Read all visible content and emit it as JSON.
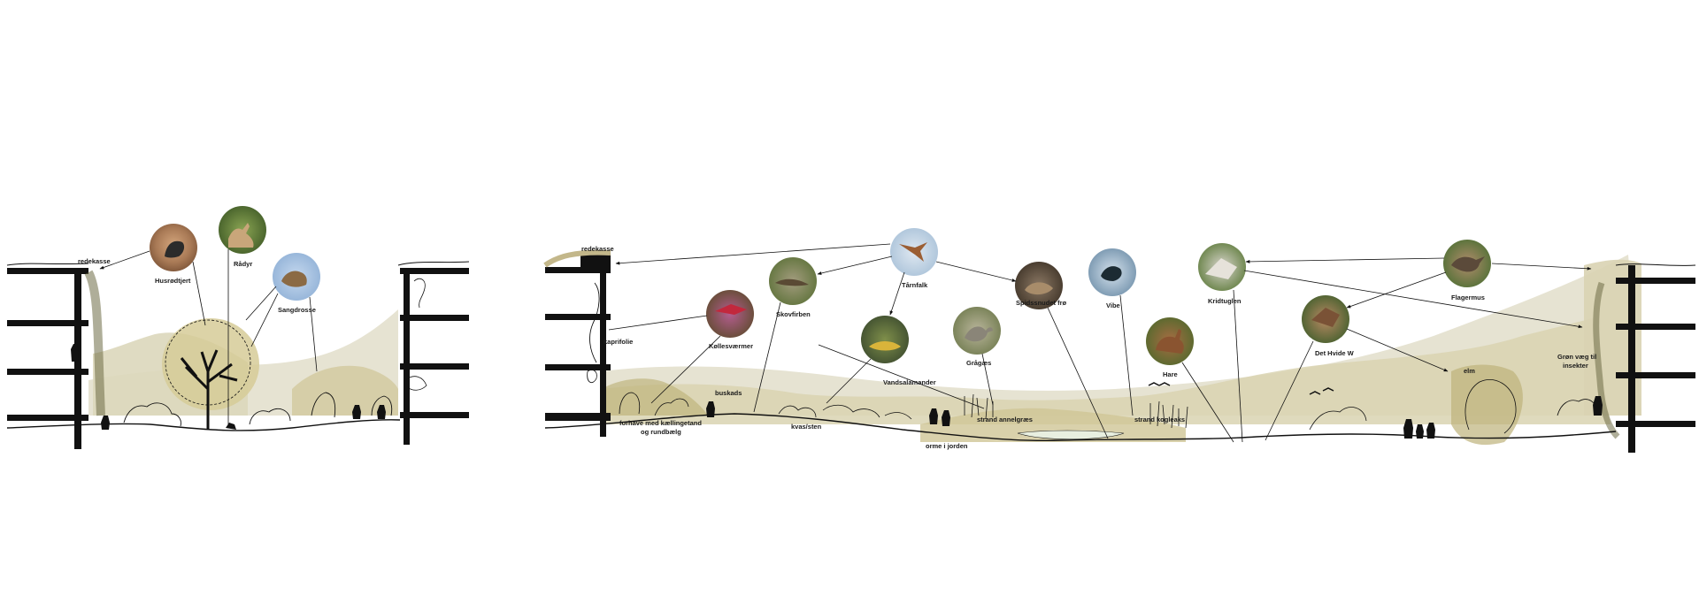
{
  "left_section": {
    "labels": {
      "redekasse": "redekasse",
      "husroedstjert": "Husrødtjert",
      "raadyr": "Rådyr",
      "sangdrosse": "Sangdrosse"
    }
  },
  "right_section": {
    "labels": {
      "redekasse": "redekasse",
      "kaprifolie": "kaprifolie",
      "forhave": "forhave med kællingetand",
      "rundbaeg": "og rundbælg",
      "koellesvaermer": "Køllesværmer",
      "skovfirben": "Skovfirben",
      "buskads": "buskads",
      "taarnfalk": "Tårnfalk",
      "vandsalamander": "Vandsalamander",
      "kvas_sten": "kvas/sten",
      "graagaes": "Grågæs",
      "orme": "orme i jorden",
      "strand_annelgraes": "strand annelgræs",
      "spidssnudet_froe": "Spidssnudet frø",
      "vibe": "Vibe",
      "strand_kogleaks": "strand kogleaks",
      "hare": "Hare",
      "kridtuglen": "Kridtuglen",
      "det_hvide_w": "Det Hvide W",
      "flagermus": "Flagermus",
      "elm": "elm",
      "groen_vaeg_1": "Grøn væg til",
      "groen_vaeg_2": "insekter"
    }
  },
  "colors": {
    "ink": "#111111",
    "wash_light": "#e6e3d2",
    "wash_mid": "#d9d3b2",
    "wash_olive": "#cfc596",
    "wash_deep": "#bdb27a"
  },
  "species_icons": [
    "bird-photo",
    "deer-photo",
    "thrush-photo",
    "moth-photo",
    "lizard-photo",
    "kestrel-photo",
    "newt-photo",
    "goose-photo",
    "frog-photo",
    "lapwing-photo",
    "hare-photo",
    "moth-white-photo",
    "butterfly-photo",
    "bat-photo"
  ]
}
